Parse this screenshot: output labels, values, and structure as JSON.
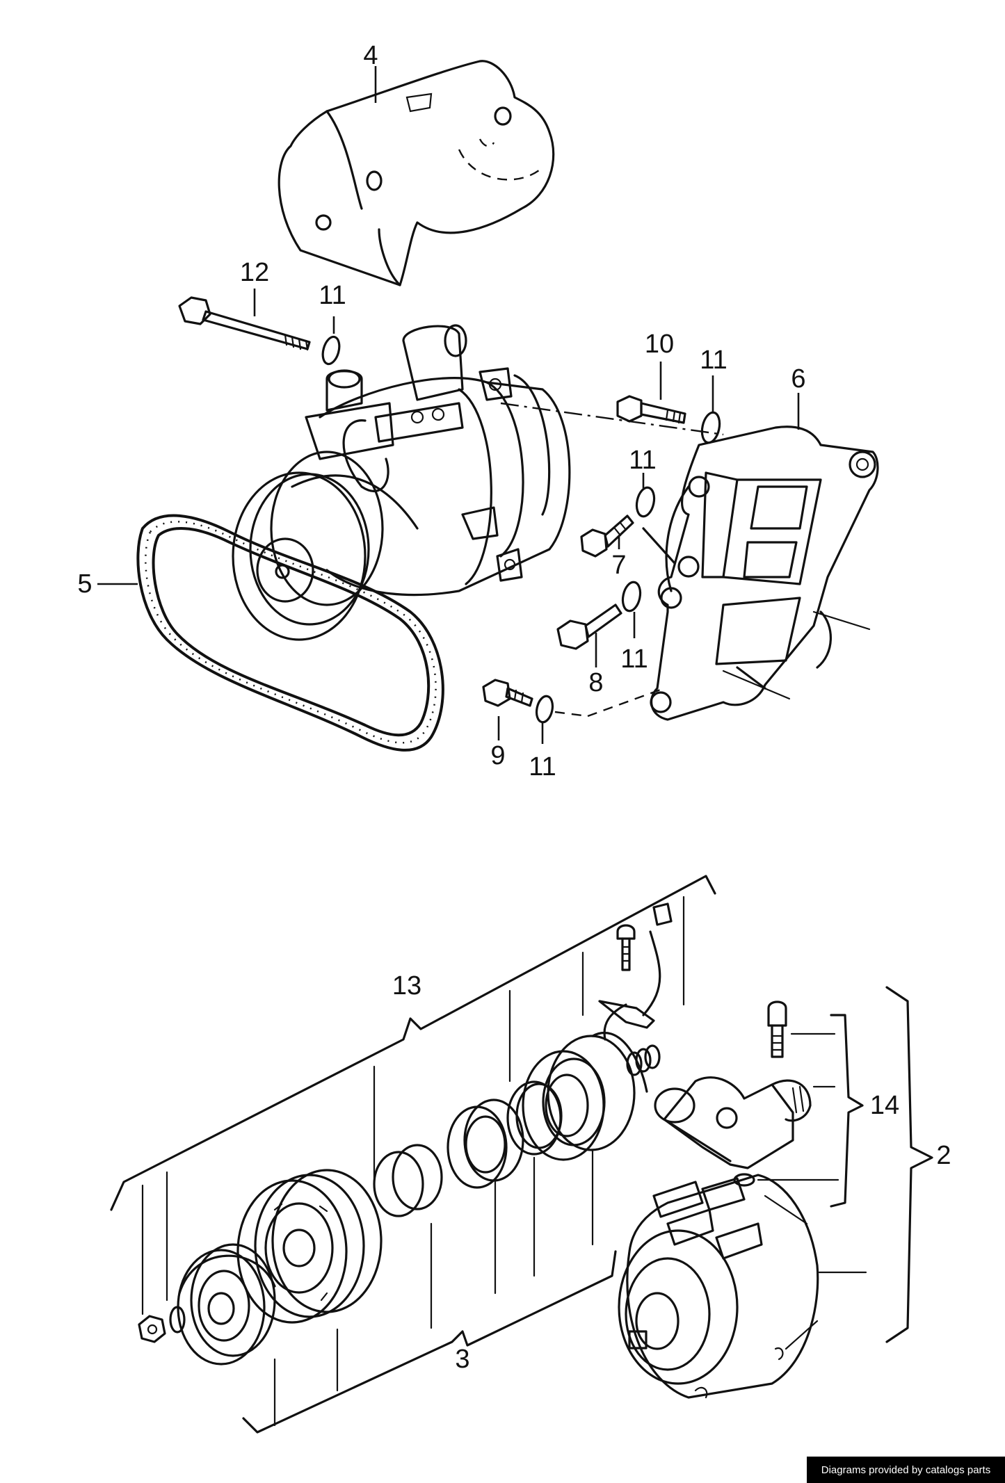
{
  "callouts": [
    {
      "id": "4",
      "label": "4"
    },
    {
      "id": "12",
      "label": "12"
    },
    {
      "id": "11a",
      "label": "11"
    },
    {
      "id": "10",
      "label": "10"
    },
    {
      "id": "11b",
      "label": "11"
    },
    {
      "id": "6",
      "label": "6"
    },
    {
      "id": "11c",
      "label": "11"
    },
    {
      "id": "7",
      "label": "7"
    },
    {
      "id": "5",
      "label": "5"
    },
    {
      "id": "8",
      "label": "8"
    },
    {
      "id": "11d",
      "label": "11"
    },
    {
      "id": "9",
      "label": "9"
    },
    {
      "id": "11e",
      "label": "11"
    },
    {
      "id": "13",
      "label": "13"
    },
    {
      "id": "14",
      "label": "14"
    },
    {
      "id": "2",
      "label": "2"
    },
    {
      "id": "3",
      "label": "3"
    }
  ],
  "watermark": "Diagrams provided by catalogs parts"
}
